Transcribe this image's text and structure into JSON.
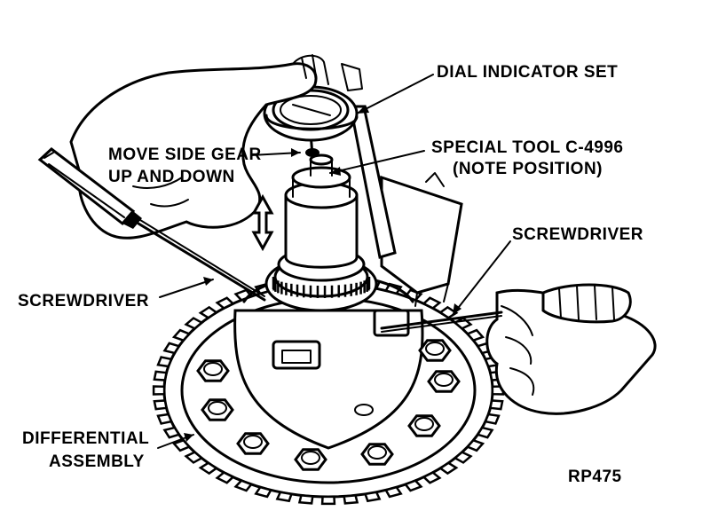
{
  "figure": {
    "id": "RP475",
    "labels": {
      "dial_indicator": "DIAL INDICATOR SET",
      "special_tool_line1": "SPECIAL TOOL C-4996",
      "special_tool_line2": "(NOTE POSITION)",
      "move_gear_line1": "MOVE SIDE GEAR",
      "move_gear_line2": "UP AND DOWN",
      "screwdriver_right": "SCREWDRIVER",
      "screwdriver_left": "SCREWDRIVER",
      "differential_line1": "DIFFERENTIAL",
      "differential_line2": "ASSEMBLY"
    }
  }
}
